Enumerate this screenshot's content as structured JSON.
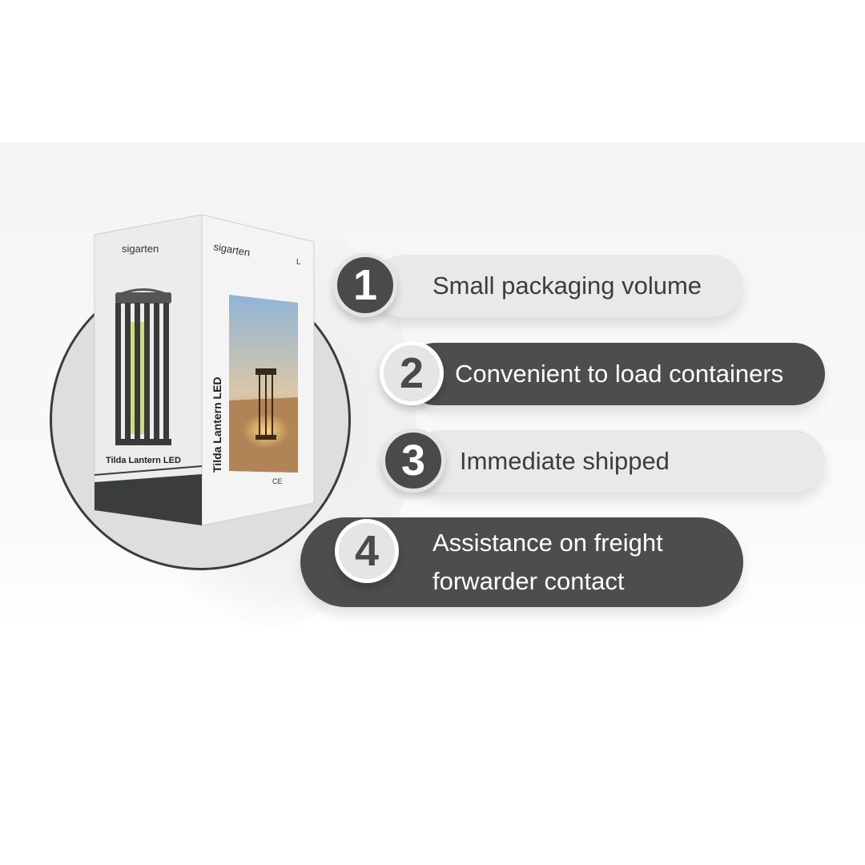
{
  "box": {
    "brand_front": "sigarten",
    "brand_side": "sigarten",
    "product_name_front": "Tilda Lantern LED",
    "product_name_side": "Tilda Lantern LED",
    "size_mark": "L",
    "cert_mark": "CE"
  },
  "features": [
    {
      "number": "1",
      "label": "Small packaging volume"
    },
    {
      "number": "2",
      "label": "Convenient to load containers"
    },
    {
      "number": "3",
      "label": "Immediate shipped"
    },
    {
      "number": "4",
      "label_line1": "Assistance on freight",
      "label_line2": "forwarder contact"
    }
  ],
  "colors": {
    "dark_gray": "#4d4d4d",
    "light_gray": "#e8e9e8",
    "lantern_glow": "#c6dc6a"
  }
}
